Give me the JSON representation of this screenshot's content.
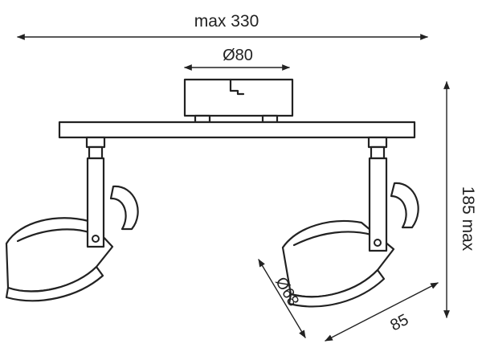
{
  "dimensions": {
    "overall_width": "max 330",
    "base_diameter": "Ø80",
    "overall_height": "185 max",
    "shade_diameter": "Ø68",
    "shade_depth": "85"
  },
  "colors": {
    "line": "#222222",
    "background": "#ffffff"
  }
}
